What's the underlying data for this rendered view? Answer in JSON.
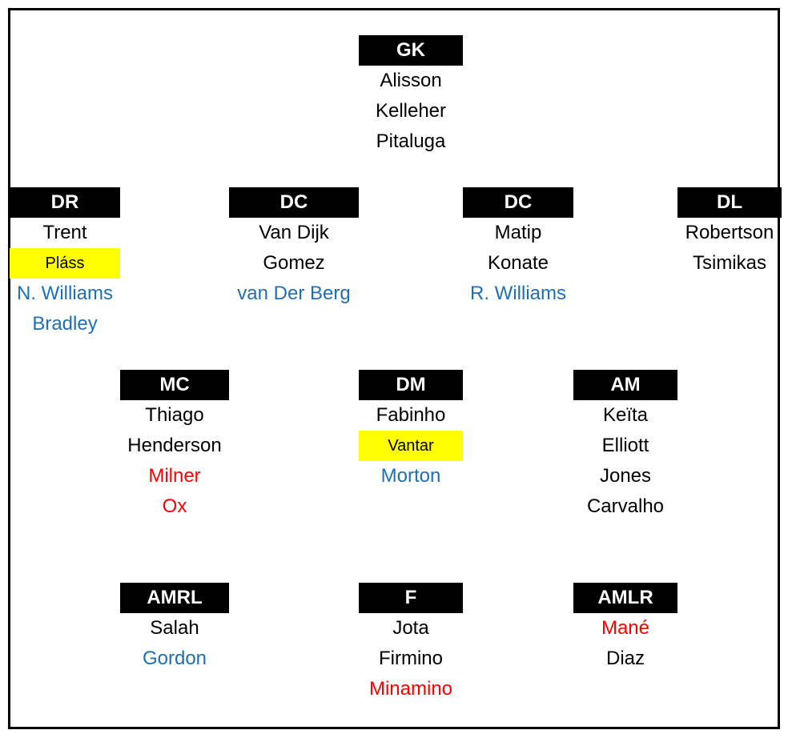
{
  "colors": {
    "header_bg": "#000000",
    "header_text": "#ffffff",
    "player_black": "#000000",
    "player_blue": "#1f6fb3",
    "player_red": "#ff0000",
    "highlight_yellow": "#ffff00"
  },
  "positions": {
    "gk": {
      "label": "GK",
      "players": [
        {
          "name": "Alisson",
          "style": "black"
        },
        {
          "name": "Kelleher",
          "style": "black"
        },
        {
          "name": "Pitaluga",
          "style": "black"
        }
      ]
    },
    "dr": {
      "label": "DR",
      "players": [
        {
          "name": "Trent",
          "style": "black"
        },
        {
          "name": "Pláss",
          "style": "yellow"
        },
        {
          "name": "N. Williams",
          "style": "blue"
        },
        {
          "name": "Bradley",
          "style": "blue"
        }
      ]
    },
    "dc_left": {
      "label": "DC",
      "players": [
        {
          "name": "Van Dijk",
          "style": "black"
        },
        {
          "name": "Gomez",
          "style": "black"
        },
        {
          "name": "van Der Berg",
          "style": "blue"
        }
      ]
    },
    "dc_right": {
      "label": "DC",
      "players": [
        {
          "name": "Matip",
          "style": "black"
        },
        {
          "name": "Konate",
          "style": "black"
        },
        {
          "name": "R. Williams",
          "style": "blue"
        }
      ]
    },
    "dl": {
      "label": "DL",
      "players": [
        {
          "name": "Robertson",
          "style": "black"
        },
        {
          "name": "Tsimikas",
          "style": "black"
        }
      ]
    },
    "mc": {
      "label": "MC",
      "players": [
        {
          "name": "Thiago",
          "style": "black"
        },
        {
          "name": "Henderson",
          "style": "black"
        },
        {
          "name": "Milner",
          "style": "red"
        },
        {
          "name": "Ox",
          "style": "red"
        }
      ]
    },
    "dm": {
      "label": "DM",
      "players": [
        {
          "name": "Fabinho",
          "style": "black"
        },
        {
          "name": "Vantar",
          "style": "yellow"
        },
        {
          "name": "Morton",
          "style": "blue"
        }
      ]
    },
    "am": {
      "label": "AM",
      "players": [
        {
          "name": "Keïta",
          "style": "black"
        },
        {
          "name": "Elliott",
          "style": "black"
        },
        {
          "name": "Jones",
          "style": "black"
        },
        {
          "name": "Carvalho",
          "style": "black"
        }
      ]
    },
    "amrl": {
      "label": "AMRL",
      "players": [
        {
          "name": "Salah",
          "style": "black"
        },
        {
          "name": "Gordon",
          "style": "blue"
        }
      ]
    },
    "f": {
      "label": "F",
      "players": [
        {
          "name": "Jota",
          "style": "black"
        },
        {
          "name": "Firmino",
          "style": "black"
        },
        {
          "name": "Minamino",
          "style": "red"
        }
      ]
    },
    "amlr": {
      "label": "AMLR",
      "players": [
        {
          "name": "Mané",
          "style": "red"
        },
        {
          "name": "Diaz",
          "style": "black"
        }
      ]
    }
  }
}
